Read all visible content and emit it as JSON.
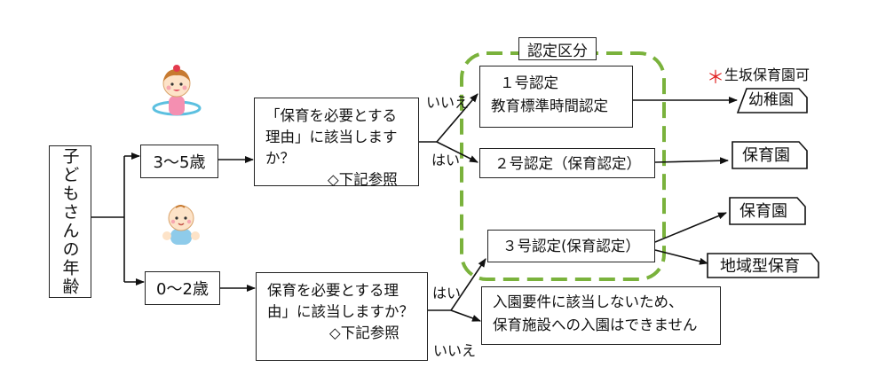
{
  "category": {
    "title": "認定区分",
    "no1_line1": "１号認定",
    "no1_line2": "教育標準時間認定",
    "no2": "２号認定（保育認定）",
    "no3": "３号認定(保育認定）"
  },
  "root": {
    "label": "子どもさんの年齢"
  },
  "ages": {
    "older": "3〜5歳",
    "younger": "0〜2歳"
  },
  "questions": {
    "q1_line1": "「保育を必要とする",
    "q1_line2": "理由」に該当しますか？",
    "q1_line3": "◇下記参照",
    "q2_line1": "保育を必要とする理",
    "q2_line2": "由」に該当しますか？",
    "q2_line3": "◇下記参照"
  },
  "answers": {
    "yes": "はい",
    "no": "いいえ"
  },
  "outcomes": {
    "note": "＊生坂保育園可",
    "kindergarten": "幼稚園",
    "nursery": "保育園",
    "community_nursery": "地域型保育",
    "ineligible_line1": "入園要件に該当しないため、",
    "ineligible_line2": "保育施設への入園はできません"
  },
  "colors": {
    "category_border": "#7ab23c",
    "note_asterisk": "#e02020",
    "line": "#111111"
  }
}
